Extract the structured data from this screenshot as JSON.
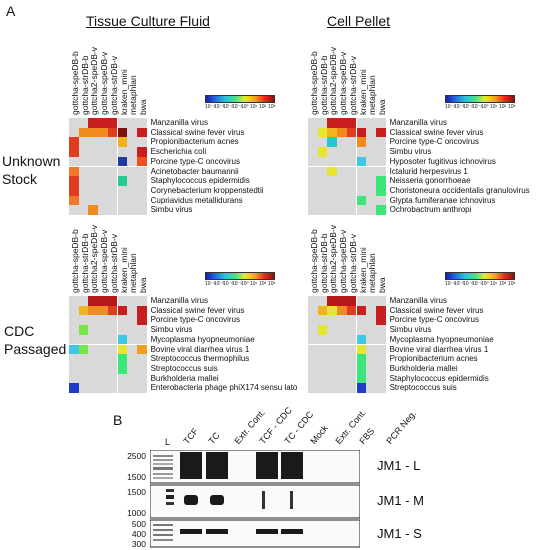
{
  "panel_a": {
    "label": "A",
    "col_titles": [
      "Tissue Culture Fluid",
      "Cell Pellet"
    ],
    "row_labels": [
      [
        "Unknown",
        "Stock"
      ],
      [
        "CDC",
        "Passaged"
      ]
    ],
    "colorbar_ticks": [
      "10⁻⁴",
      "10⁻³",
      "10⁻²",
      "10⁻¹",
      "10⁰",
      "10¹",
      "10²",
      "10³"
    ],
    "colorbar_colors": [
      "#1a1ab4",
      "#1f6fe0",
      "#29c3d8",
      "#46e08f",
      "#e6e832",
      "#f5a623",
      "#e0321e",
      "#8c1010"
    ],
    "empty_color": "#d9d9d9",
    "heatmaps": [
      {
        "name": "unknown-tcf",
        "methods": [
          "gottcha-speDB-b",
          "gottcha-strDB-b",
          "gottcha2-speDB-v",
          "gottcha-speDB-v",
          "gottcha-strDB-v",
          "kraken_mini",
          "metaphlan",
          "bwa"
        ],
        "taxa": [
          "Manzanilla virus",
          "Classical swine fever virus",
          "Propionibacterium acnes",
          "Escherichia coli",
          "Porcine type-C oncovirus",
          "Acinetobacter baumannii",
          "Staphylococcus epidermidis",
          "Corynebacterium kroppenstedtii",
          "Cupriavidus metallidurans",
          "Simbu virus"
        ],
        "cells": [
          [
            "#d9d9d9",
            "#d9d9d9",
            "#c81e1e",
            "#c81e1e",
            "#c81e1e",
            "#d9d9d9",
            "#d9d9d9",
            "#d9d9d9"
          ],
          [
            "#d9d9d9",
            "#f08c1e",
            "#f08c1e",
            "#f08c1e",
            "#e03c1e",
            "#7d1010",
            "#d9d9d9",
            "#c81e1e"
          ],
          [
            "#e03c1e",
            "#d9d9d9",
            "#d9d9d9",
            "#d9d9d9",
            "#d9d9d9",
            "#f0b41e",
            "#d9d9d9",
            "#d9d9d9"
          ],
          [
            "#e03c1e",
            "#d9d9d9",
            "#d9d9d9",
            "#d9d9d9",
            "#d9d9d9",
            "#d9d9d9",
            "#d9d9d9",
            "#c81e1e"
          ],
          [
            "#d9d9d9",
            "#d9d9d9",
            "#d9d9d9",
            "#d9d9d9",
            "#d9d9d9",
            "#1e3ca0",
            "#d9d9d9",
            "#f0501e"
          ],
          [
            "#f07828",
            "#d9d9d9",
            "#d9d9d9",
            "#d9d9d9",
            "#d9d9d9",
            "#d9d9d9",
            "#d9d9d9",
            "#d9d9d9"
          ],
          [
            "#e03c1e",
            "#d9d9d9",
            "#d9d9d9",
            "#d9d9d9",
            "#d9d9d9",
            "#28c896",
            "#d9d9d9",
            "#d9d9d9"
          ],
          [
            "#e03c1e",
            "#d9d9d9",
            "#d9d9d9",
            "#d9d9d9",
            "#d9d9d9",
            "#d9d9d9",
            "#d9d9d9",
            "#d9d9d9"
          ],
          [
            "#f07828",
            "#d9d9d9",
            "#d9d9d9",
            "#d9d9d9",
            "#d9d9d9",
            "#d9d9d9",
            "#d9d9d9",
            "#d9d9d9"
          ],
          [
            "#d9d9d9",
            "#d9d9d9",
            "#f08c1e",
            "#d9d9d9",
            "#d9d9d9",
            "#d9d9d9",
            "#d9d9d9",
            "#d9d9d9"
          ]
        ]
      },
      {
        "name": "unknown-cp",
        "methods": [
          "gottcha-speDB-b",
          "gottcha-strDB-b",
          "gottcha2-speDB-v",
          "gottcha-speDB-v",
          "gottcha-strDB-v",
          "kraken_mini",
          "metaphlan",
          "bwa"
        ],
        "taxa": [
          "Manzanilla virus",
          "Classical swine fever virus",
          "Porcine type-C oncovirus",
          "Simbu virus",
          "Hyposoter fugitivus ichnovirus",
          "Ictalurid herpesvirus 1",
          "Neisseria gonorrhoeae",
          "Choristoneura occidentalis granulovirus",
          "Glypta fumiferanae ichnovirus",
          "Ochrobactrum anthropi"
        ],
        "cells": [
          [
            "#d9d9d9",
            "#d9d9d9",
            "#c81e1e",
            "#c81e1e",
            "#c81e1e",
            "#d9d9d9",
            "#d9d9d9",
            "#d9d9d9"
          ],
          [
            "#d9d9d9",
            "#e6e632",
            "#f0b41e",
            "#f08c1e",
            "#e03c1e",
            "#c81e1e",
            "#d9d9d9",
            "#c81e1e"
          ],
          [
            "#d9d9d9",
            "#d9d9d9",
            "#28c8c8",
            "#d9d9d9",
            "#d9d9d9",
            "#f08c1e",
            "#d9d9d9",
            "#d9d9d9"
          ],
          [
            "#d9d9d9",
            "#e6e632",
            "#d9d9d9",
            "#d9d9d9",
            "#d9d9d9",
            "#d9d9d9",
            "#d9d9d9",
            "#d9d9d9"
          ],
          [
            "#d9d9d9",
            "#d9d9d9",
            "#d9d9d9",
            "#d9d9d9",
            "#d9d9d9",
            "#3cc8e6",
            "#d9d9d9",
            "#d9d9d9"
          ],
          [
            "#d9d9d9",
            "#d9d9d9",
            "#e6e632",
            "#d9d9d9",
            "#d9d9d9",
            "#d9d9d9",
            "#d9d9d9",
            "#d9d9d9"
          ],
          [
            "#d9d9d9",
            "#d9d9d9",
            "#d9d9d9",
            "#d9d9d9",
            "#d9d9d9",
            "#d9d9d9",
            "#d9d9d9",
            "#3ce678"
          ],
          [
            "#d9d9d9",
            "#d9d9d9",
            "#d9d9d9",
            "#d9d9d9",
            "#d9d9d9",
            "#d9d9d9",
            "#d9d9d9",
            "#3ce678"
          ],
          [
            "#d9d9d9",
            "#d9d9d9",
            "#d9d9d9",
            "#d9d9d9",
            "#d9d9d9",
            "#3ce678",
            "#d9d9d9",
            "#d9d9d9"
          ],
          [
            "#d9d9d9",
            "#d9d9d9",
            "#d9d9d9",
            "#d9d9d9",
            "#d9d9d9",
            "#d9d9d9",
            "#d9d9d9",
            "#3ce678"
          ]
        ]
      },
      {
        "name": "cdc-tcf",
        "methods": [
          "gottcha-speDB-b",
          "gottcha-strDB-b",
          "gottcha2-speDB-v",
          "gottcha-speDB-v",
          "gottcha-strDB-v",
          "kraken_mini",
          "metaphlan",
          "bwa"
        ],
        "taxa": [
          "Manzanilla virus",
          "Classical swine fever virus",
          "Porcine type-C oncovirus",
          "Simbu virus",
          "Mycoplasma hyopneumoniae",
          "Bovine viral diarrhea virus 1",
          "Streptococcus thermophilus",
          "Streptococcus suis",
          "Burkholderia mallei",
          "Enterobacteria phage phiX174 sensu lato"
        ],
        "cells": [
          [
            "#d9d9d9",
            "#d9d9d9",
            "#b41818",
            "#b41818",
            "#b41818",
            "#d9d9d9",
            "#d9d9d9",
            "#d9d9d9"
          ],
          [
            "#d9d9d9",
            "#f0b41e",
            "#f08c1e",
            "#f08c1e",
            "#e03c1e",
            "#c81e1e",
            "#d9d9d9",
            "#c81e1e"
          ],
          [
            "#d9d9d9",
            "#d9d9d9",
            "#d9d9d9",
            "#d9d9d9",
            "#d9d9d9",
            "#d9d9d9",
            "#d9d9d9",
            "#c81e1e"
          ],
          [
            "#d9d9d9",
            "#78e646",
            "#d9d9d9",
            "#d9d9d9",
            "#d9d9d9",
            "#d9d9d9",
            "#d9d9d9",
            "#d9d9d9"
          ],
          [
            "#d9d9d9",
            "#d9d9d9",
            "#d9d9d9",
            "#d9d9d9",
            "#d9d9d9",
            "#3cc8e6",
            "#d9d9d9",
            "#d9d9d9"
          ],
          [
            "#3cc8e6",
            "#78e646",
            "#d9d9d9",
            "#d9d9d9",
            "#d9d9d9",
            "#e6e632",
            "#d9d9d9",
            "#f0a01e"
          ],
          [
            "#d9d9d9",
            "#d9d9d9",
            "#d9d9d9",
            "#d9d9d9",
            "#d9d9d9",
            "#3ce678",
            "#d9d9d9",
            "#d9d9d9"
          ],
          [
            "#d9d9d9",
            "#d9d9d9",
            "#d9d9d9",
            "#d9d9d9",
            "#d9d9d9",
            "#3ce678",
            "#d9d9d9",
            "#d9d9d9"
          ],
          [
            "#d9d9d9",
            "#d9d9d9",
            "#d9d9d9",
            "#d9d9d9",
            "#d9d9d9",
            "#d9d9d9",
            "#d9d9d9",
            "#d9d9d9"
          ],
          [
            "#1e3cc8",
            "#d9d9d9",
            "#d9d9d9",
            "#d9d9d9",
            "#d9d9d9",
            "#d9d9d9",
            "#d9d9d9",
            "#d9d9d9"
          ]
        ]
      },
      {
        "name": "cdc-cp",
        "methods": [
          "gottcha-speDB-b",
          "gottcha-strDB-b",
          "gottcha2-speDB-v",
          "gottcha-speDB-v",
          "gottcha-strDB-v",
          "kraken_mini",
          "metaphlan",
          "bwa"
        ],
        "taxa": [
          "Manzanilla virus",
          "Classical swine fever virus",
          "Porcine type-C oncovirus",
          "Simbu virus",
          "Mycoplasma hyopneumoniae",
          "Bovine viral diarrhea virus 1",
          "Propionibacterium acnes",
          "Burkholderia mallei",
          "Staphylococcus epidermidis",
          "Streptococcus suis"
        ],
        "cells": [
          [
            "#d9d9d9",
            "#d9d9d9",
            "#b41818",
            "#b41818",
            "#b41818",
            "#d9d9d9",
            "#d9d9d9",
            "#d9d9d9"
          ],
          [
            "#d9d9d9",
            "#f0b41e",
            "#e6e632",
            "#f08c1e",
            "#e03c1e",
            "#c81e1e",
            "#d9d9d9",
            "#c81e1e"
          ],
          [
            "#d9d9d9",
            "#d9d9d9",
            "#d9d9d9",
            "#d9d9d9",
            "#d9d9d9",
            "#d9d9d9",
            "#d9d9d9",
            "#c81e1e"
          ],
          [
            "#d9d9d9",
            "#e6e632",
            "#d9d9d9",
            "#d9d9d9",
            "#d9d9d9",
            "#d9d9d9",
            "#d9d9d9",
            "#d9d9d9"
          ],
          [
            "#d9d9d9",
            "#d9d9d9",
            "#d9d9d9",
            "#d9d9d9",
            "#d9d9d9",
            "#3cc8e6",
            "#d9d9d9",
            "#d9d9d9"
          ],
          [
            "#d9d9d9",
            "#d9d9d9",
            "#d9d9d9",
            "#d9d9d9",
            "#d9d9d9",
            "#e6e632",
            "#d9d9d9",
            "#d9d9d9"
          ],
          [
            "#d9d9d9",
            "#d9d9d9",
            "#d9d9d9",
            "#d9d9d9",
            "#d9d9d9",
            "#3ce678",
            "#d9d9d9",
            "#d9d9d9"
          ],
          [
            "#d9d9d9",
            "#d9d9d9",
            "#d9d9d9",
            "#d9d9d9",
            "#d9d9d9",
            "#3ce678",
            "#d9d9d9",
            "#d9d9d9"
          ],
          [
            "#d9d9d9",
            "#d9d9d9",
            "#d9d9d9",
            "#d9d9d9",
            "#d9d9d9",
            "#3ce678",
            "#d9d9d9",
            "#d9d9d9"
          ],
          [
            "#d9d9d9",
            "#d9d9d9",
            "#d9d9d9",
            "#d9d9d9",
            "#d9d9d9",
            "#1e3cc8",
            "#d9d9d9",
            "#d9d9d9"
          ]
        ]
      }
    ]
  },
  "panel_b": {
    "label": "B",
    "lane_labels": [
      "L",
      "TCF",
      "TC",
      "Extr. Cont.",
      "TCF - CDC",
      "TC - CDC",
      "Mock",
      "Extr. Cont.",
      "FBS",
      "PCR Neg."
    ],
    "gels": [
      {
        "name": "JM1 - L",
        "markers": [
          "2500",
          "1500"
        ]
      },
      {
        "name": "JM1 - M",
        "markers": [
          "1500",
          "1000"
        ]
      },
      {
        "name": "JM1 - S",
        "markers": [
          "500",
          "400",
          "300"
        ]
      }
    ]
  }
}
